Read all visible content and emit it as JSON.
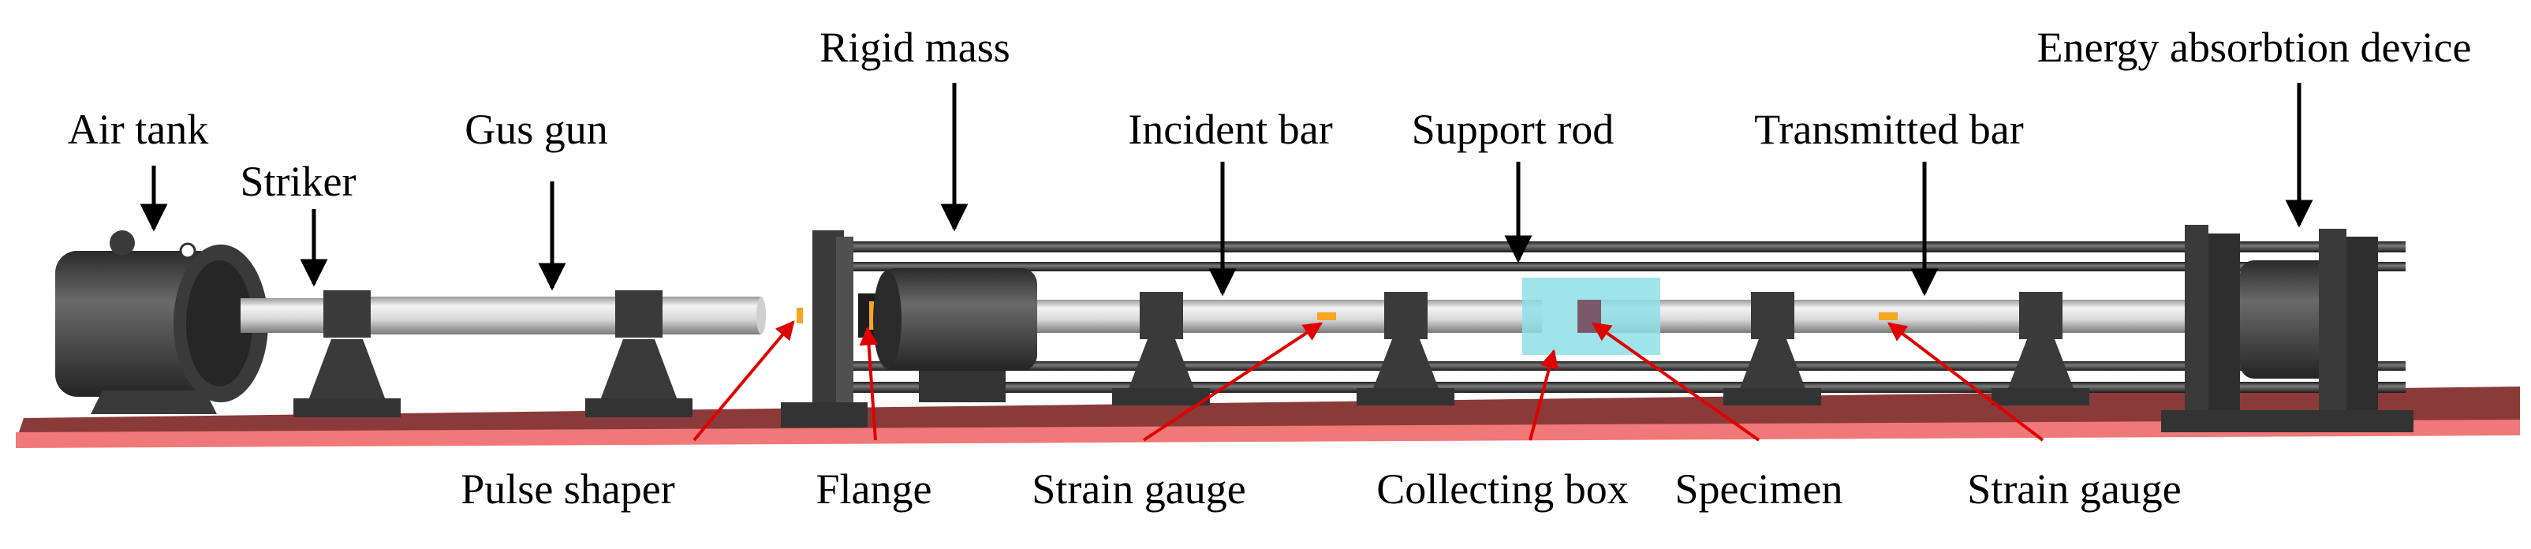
{
  "labels": {
    "air_tank": "Air tank",
    "striker": "Striker",
    "gas_gun": "Gus gun",
    "rigid_mass": "Rigid mass",
    "incident_bar": "Incident bar",
    "support_rod": "Support rod",
    "transmitted_bar": "Transmitted bar",
    "energy_absorption": "Energy absorbtion device",
    "pulse_shaper": "Pulse shaper",
    "flange": "Flange",
    "strain_gauge_1": "Strain gauge",
    "collecting_box": "Collecting box",
    "specimen": "Specimen",
    "strain_gauge_2": "Strain gauge"
  },
  "colors": {
    "base_plate": "#8b3a3a",
    "base_edge": "#f07878",
    "metal_dark": "#3c3c3c",
    "bar_light": "#e6e6e6",
    "collecting_box": "#8fdfe8",
    "gauge": "#f5a623",
    "pointer_black": "#000000",
    "pointer_red": "#e00000"
  }
}
